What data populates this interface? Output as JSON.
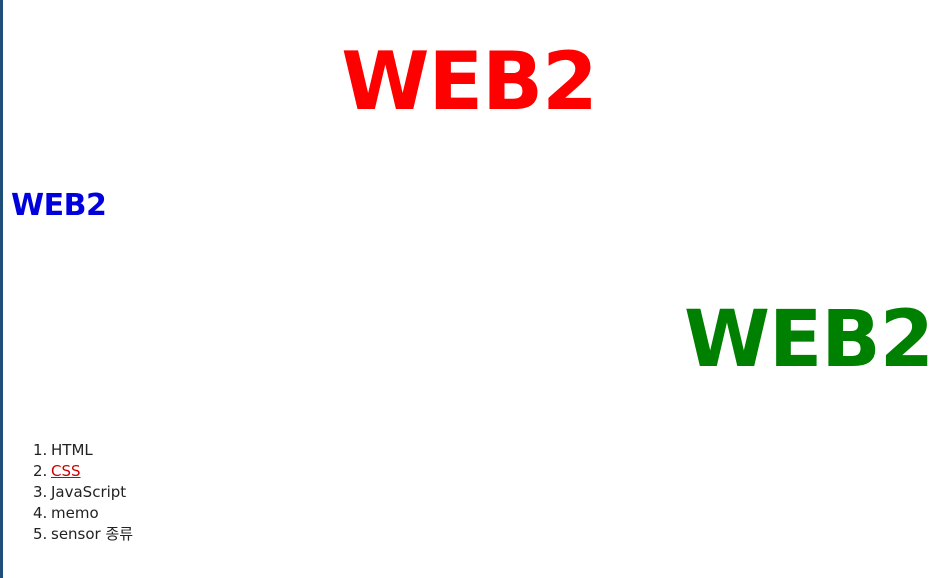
{
  "headings": {
    "center": {
      "text": "WEB2",
      "color": "#ff0000"
    },
    "left": {
      "text": "WEB2",
      "color": "#0000dd"
    },
    "right": {
      "text": "WEB2",
      "color": "#008000"
    }
  },
  "nav": {
    "items": [
      {
        "number": "1.",
        "label": "HTML",
        "color": "#222222",
        "active": false
      },
      {
        "number": "2.",
        "label": "CSS",
        "color": "#cc0000",
        "active": true
      },
      {
        "number": "3.",
        "label": "JavaScript",
        "color": "#222222",
        "active": false
      },
      {
        "number": "4.",
        "label": "memo",
        "color": "#222222",
        "active": false
      },
      {
        "number": "5.",
        "label": "sensor 종류",
        "color": "#222222",
        "active": false
      }
    ]
  }
}
